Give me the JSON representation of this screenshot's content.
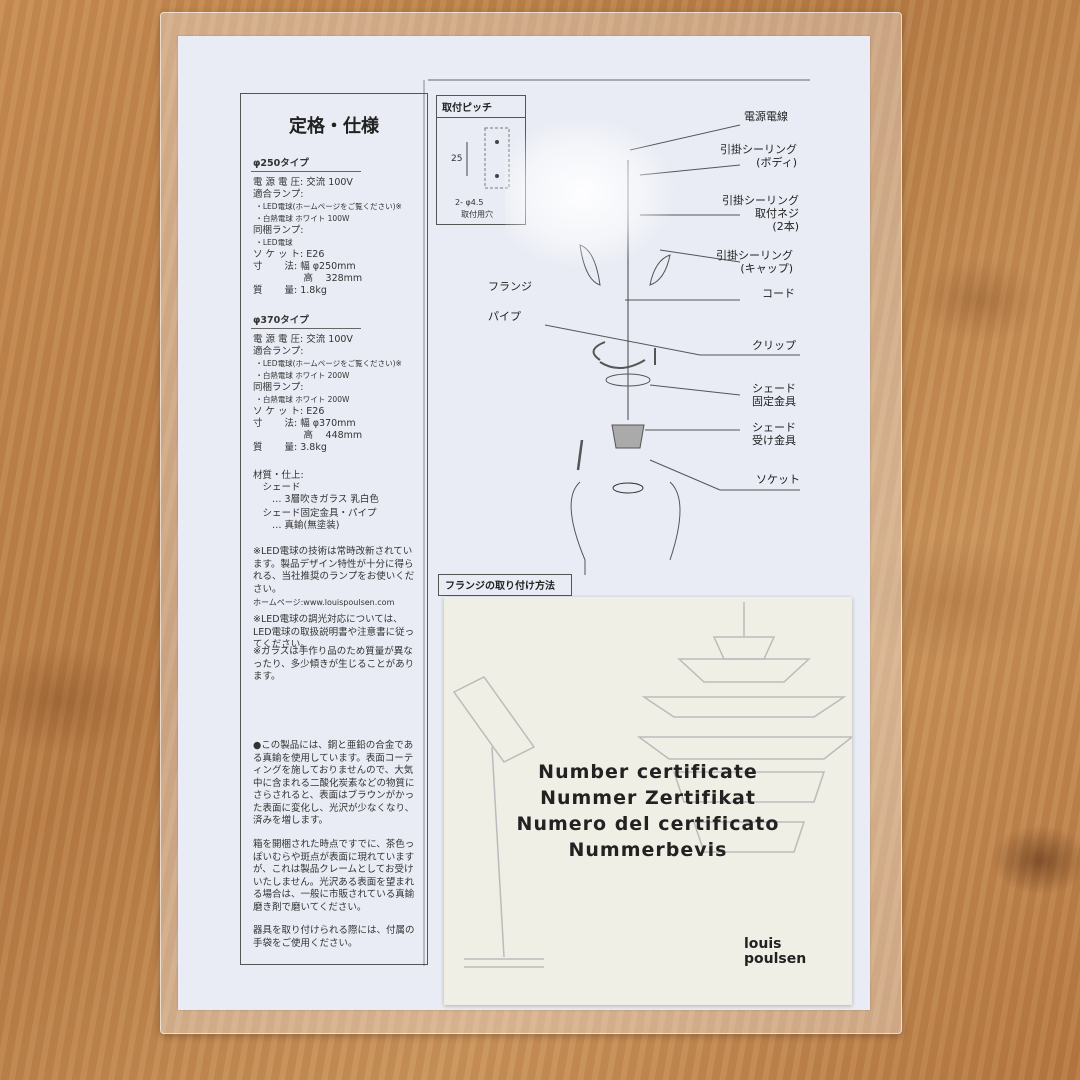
{
  "spec": {
    "title": "定格・仕様",
    "type250": "φ250タイプ",
    "lines250": [
      "電 源 電 圧: 交流 100V",
      "適合ランプ:",
      " ・LED電球(ホームページをご覧ください)※",
      " ・白熱電球 ホワイト 100W",
      "同梱ランプ:",
      " ・LED電球",
      "ソ ケ ッ ト: E26",
      "寸　　 法: 幅 φ250mm",
      "　　　　　 高　 328mm",
      "質　　 量: 1.8kg"
    ],
    "type370": "φ370タイプ",
    "lines370": [
      "電 源 電 圧: 交流 100V",
      "適合ランプ:",
      " ・LED電球(ホームページをご覧ください)※",
      " ・白熱電球 ホワイト 200W",
      "同梱ランプ:",
      " ・白熱電球 ホワイト 200W",
      "ソ ケ ッ ト: E26",
      "寸　　 法: 幅 φ370mm",
      "　　　　　 高　 448mm",
      "質　　 量: 3.8kg"
    ],
    "materials": [
      "材質・仕上:",
      "　シェード",
      "　　… 3層吹きガラス 乳白色",
      "　シェード固定金具・パイプ",
      "　　… 真鍮(無塗装)"
    ],
    "note1": "※LED電球の技術は常時改新されています。製品デザイン特性が十分に得られる、当社推奨のランプをお使いください。",
    "homepage": "ホームページ:www.louispoulsen.com",
    "note2": "※LED電球の調光対応については、LED電球の取扱説明書や注意書に従ってください。",
    "note3": "※ガラスは手作り品のため質量が異なったり、多少傾きが生じることがあります。",
    "note4": "●この製品には、銅と亜鉛の合金である真鍮を使用しています。表面コーティングを施しておりませんので、大気中に含まれる二酸化炭素などの物質にさらされると、表面はブラウンがかった表面に変化し、光沢が少なくなり、済みを増します。",
    "note5": "箱を開梱された時点ですでに、茶色っぽいむらや斑点が表面に現れていますが、これは製品クレームとしてお受けいたしません。光沢ある表面を望まれる場合は、一般に市販されている真鍮磨き剤で磨いてください。",
    "note6": "器具を取り付けられる際には、付属の手袋をご使用ください。"
  },
  "diagram": {
    "pitch_title": "取付ピッチ",
    "pitch_dim": "25",
    "pitch_hole": "2- φ4.5",
    "pitch_hole_label": "取付用穴",
    "labels": {
      "power_cord": "電源電線",
      "ceiling_body": "引掛シーリング\n(ボディ)",
      "ceiling_screw": "引掛シーリング\n取付ネジ\n(2本)",
      "ceiling_cap": "引掛シーリング\n(キャップ)",
      "flange": "フランジ",
      "cord": "コード",
      "pipe": "パイプ",
      "clip": "クリップ",
      "shade_fix": "シェード\n固定金具",
      "shade_holder": "シェード\n受け金具",
      "socket": "ソケット"
    },
    "flange_title": "フランジの取り付け方法"
  },
  "card": {
    "lines": [
      "Number certificate",
      "Nummer Zertifikat",
      "Numero del certificato",
      "Nummerbevis"
    ],
    "logo_line1": "louis",
    "logo_line2": "poulsen"
  },
  "colors": {
    "wood": "#c68b52",
    "paper": "#e9ecf4",
    "card": "#f0efe6"
  }
}
